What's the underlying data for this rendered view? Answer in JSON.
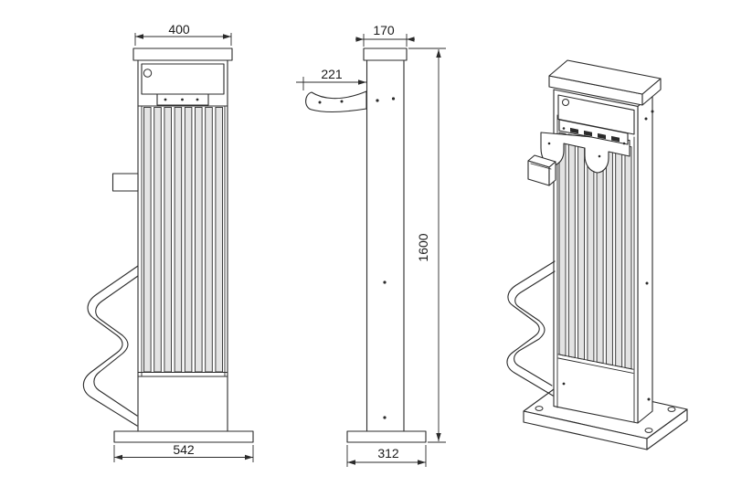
{
  "drawing": {
    "colors": {
      "line": "#2b2b2b",
      "ink": "#1a1a1a",
      "paper": "#ffffff",
      "slat": "#e3e3e3"
    },
    "dimensions": {
      "front_top_width": "400",
      "front_base_width": "542",
      "side_depth": "170",
      "side_handle_reach": "221",
      "side_height": "1600",
      "side_base_depth": "312"
    }
  }
}
